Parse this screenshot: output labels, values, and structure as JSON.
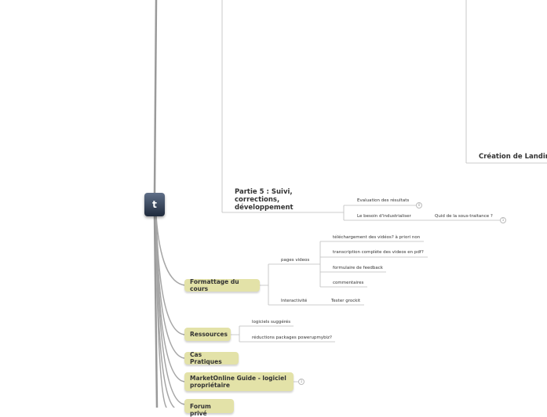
{
  "root": {
    "label": "t"
  },
  "headings": {
    "creation_landing": "Création de Landing",
    "partie5": "Partie 5 : Suivi, corrections, développement"
  },
  "partie5_items": {
    "evaluation": "Evaluation des résultats",
    "evaluation_badge": "0",
    "besoin": "Le besoin d'industrialiser",
    "sous_traitance": "Quid de la sous-traitance ?",
    "sous_traitance_badge": "1"
  },
  "formattage": {
    "label": "Formattage du cours",
    "pages_videos": "pages videos",
    "pages_items": [
      "téléchargement des vidéos? à priori non",
      "transcription complète des videos en pdf?",
      "formulaire de feedback",
      "commentaires"
    ],
    "interactivite": "Interactivité",
    "tester": "Tester grockit"
  },
  "ressources": {
    "label": "Ressources",
    "items": [
      "logiciels suggérés",
      "réductions packages powerupmybiz?"
    ]
  },
  "cas_pratiques": {
    "label": "Cas Pratiques"
  },
  "marketonline": {
    "label": "MarketOnline Guide - logiciel propriétaire",
    "badge": "1"
  },
  "forum": {
    "label": "Forum privé"
  }
}
